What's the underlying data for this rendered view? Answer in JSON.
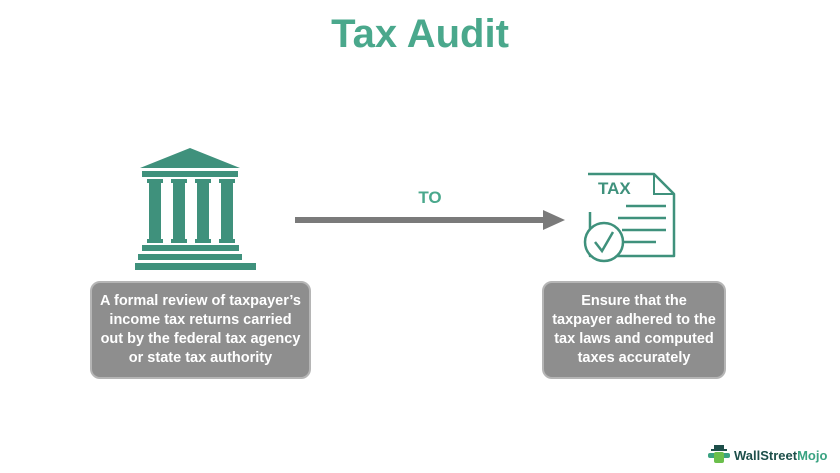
{
  "title": "Tax Audit",
  "connector_label": "TO",
  "left_box": {
    "text": "A formal review of taxpayer’s income tax returns carried out by the federal tax agency or state tax authority",
    "icon": "government-building-icon"
  },
  "right_box": {
    "text": "Ensure that the taxpayer adhered to the tax laws and computed taxes accurately",
    "icon": "tax-document-check-icon"
  },
  "tax_icon_label": "TAX",
  "brand": {
    "part1": "WallStreet",
    "part2": "Mojo"
  },
  "colors": {
    "accent": "#4aa88c",
    "box": "#8e8e8e",
    "arrow": "#7a7a7a"
  }
}
